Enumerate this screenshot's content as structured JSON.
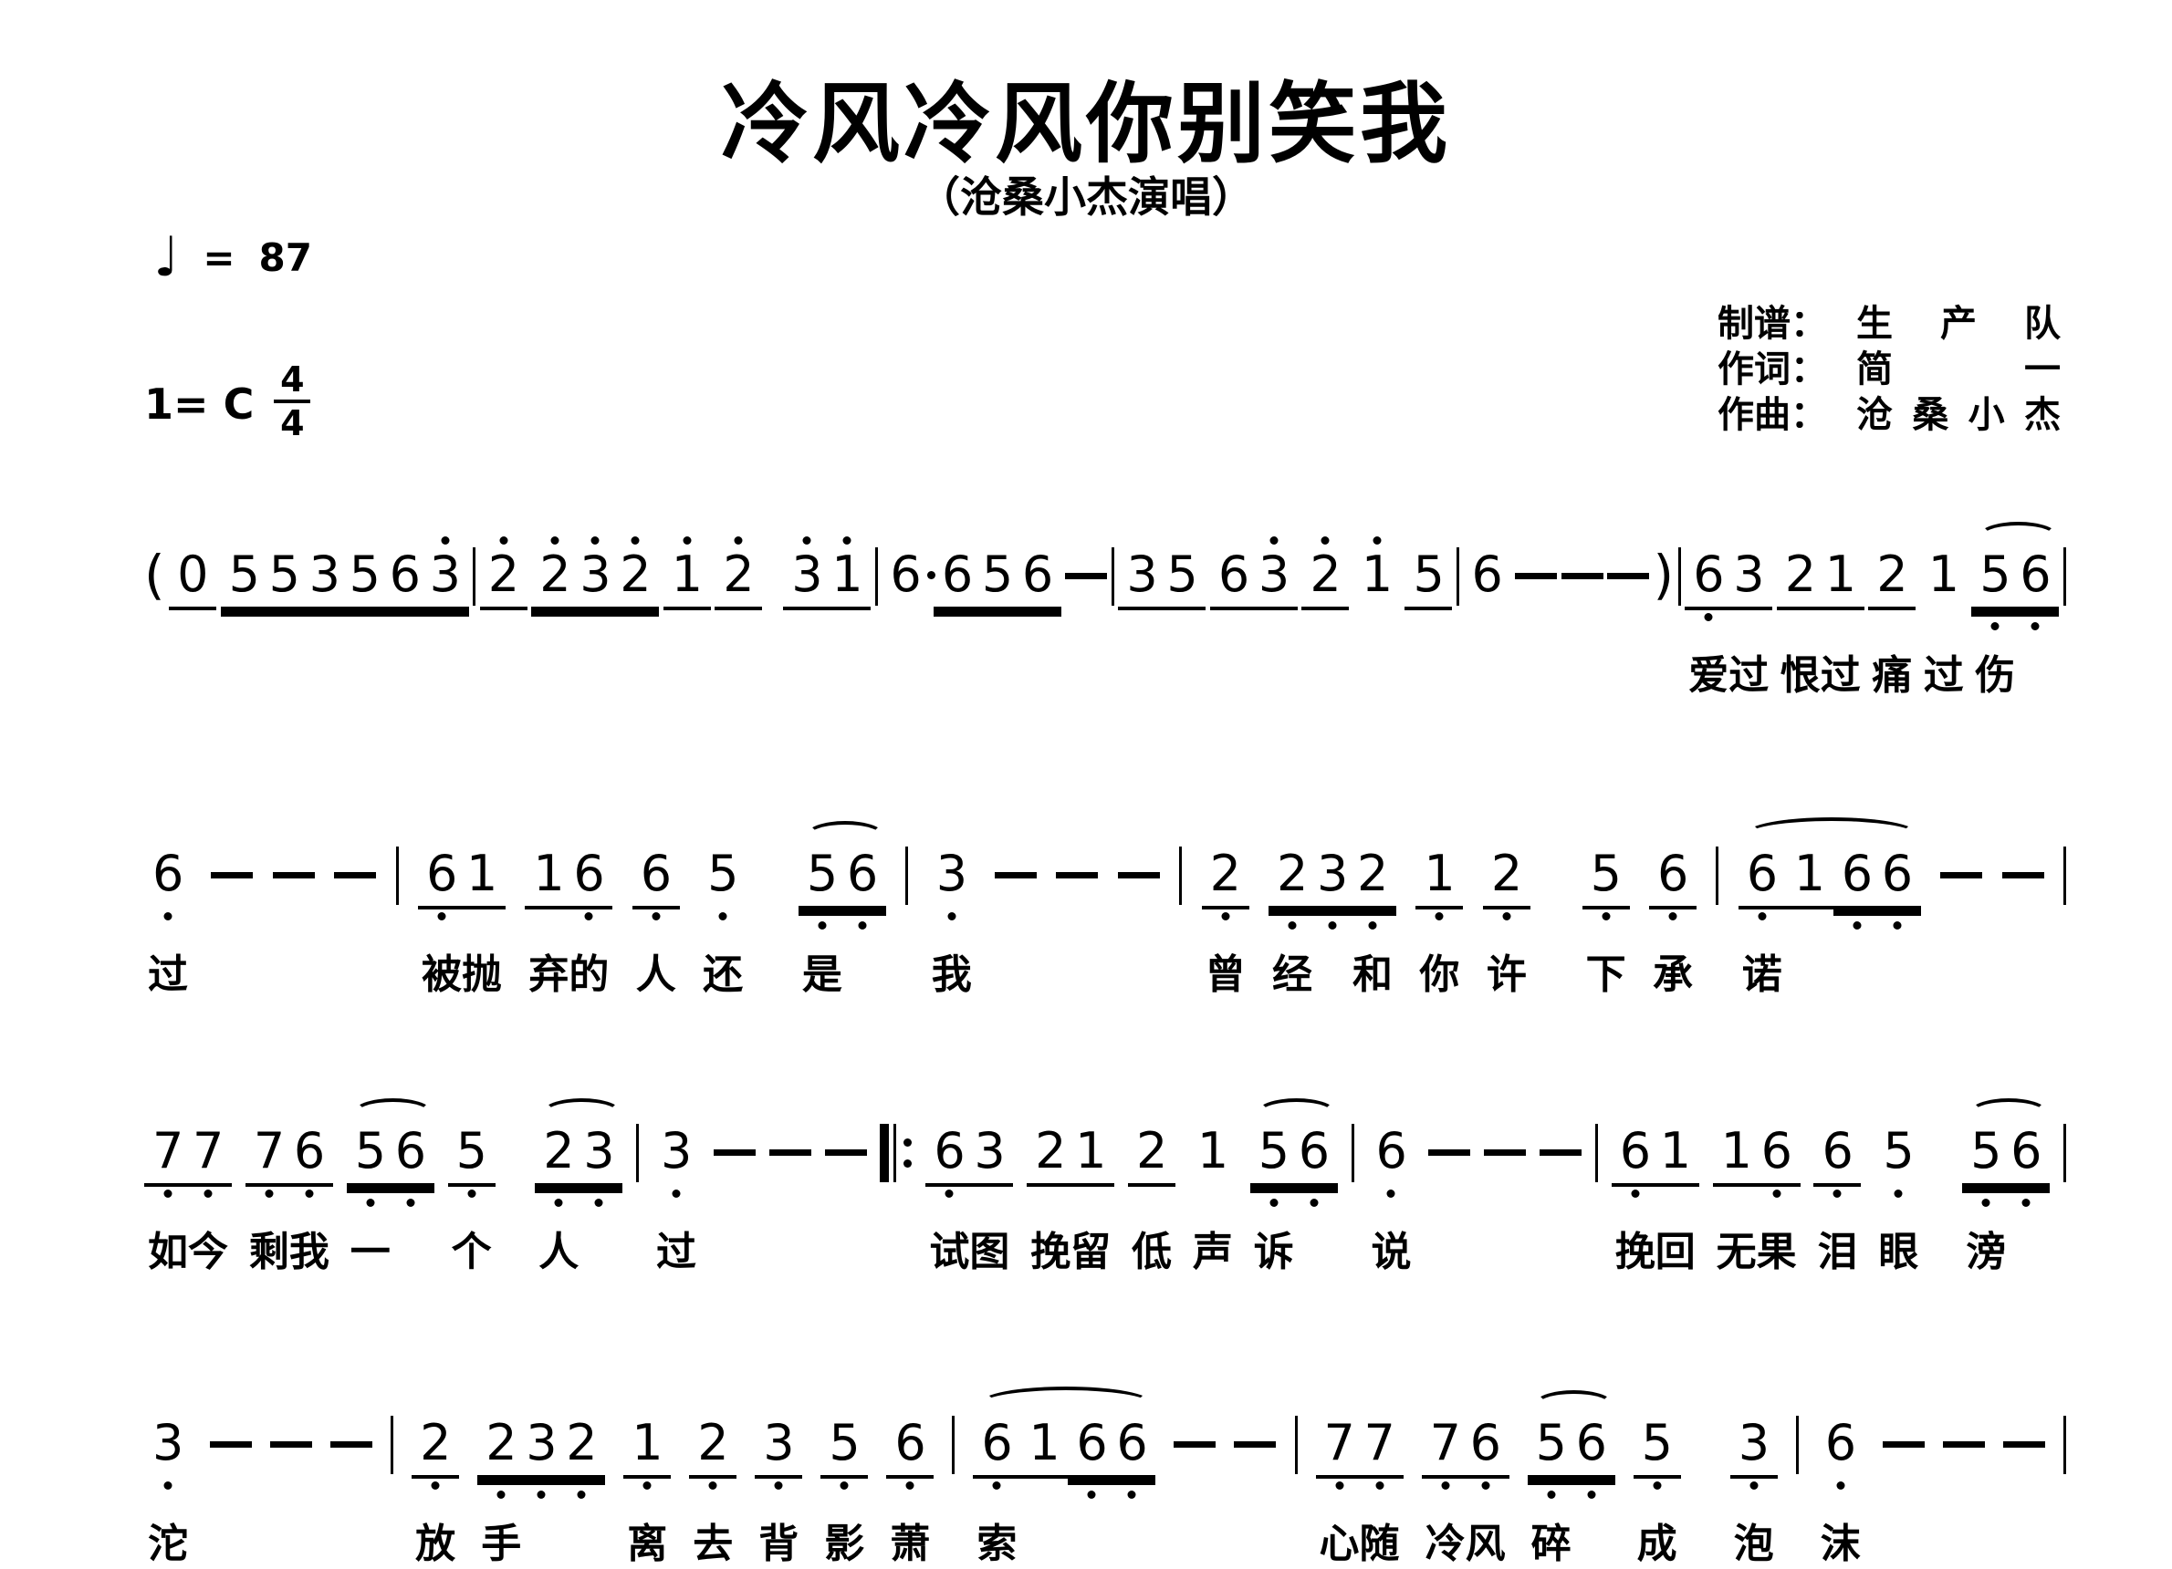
{
  "colors": {
    "ink": "#000000",
    "paper": "#ffffff"
  },
  "title": "冷风冷风你别笑我",
  "subtitle": "（沧桑小杰演唱）",
  "tempo": {
    "symbol": "♩",
    "equals": "=",
    "bpm": "87"
  },
  "key": {
    "tonic": "1= C",
    "meter_top": "4",
    "meter_bottom": "4"
  },
  "credits": [
    {
      "label": "制谱：",
      "value": "生产队"
    },
    {
      "label": "作词：",
      "value": "简一"
    },
    {
      "label": "作曲：",
      "value": "沧桑小杰"
    }
  ],
  "music": {
    "lines": [
      [
        {
          "t": "paren",
          "v": "("
        },
        {
          "t": "grp",
          "u": 1,
          "cells": [
            {
              "n": "0"
            }
          ]
        },
        {
          "t": "grp",
          "u": 2,
          "cells": [
            {
              "n": "5"
            },
            {
              "n": "5"
            },
            {
              "n": "3"
            },
            {
              "n": "5"
            },
            {
              "n": "6"
            },
            {
              "n": "3",
              "hi": 1
            }
          ]
        },
        {
          "t": "bar"
        },
        {
          "t": "grp",
          "u": 1,
          "cells": [
            {
              "n": "2",
              "hi": 1
            }
          ]
        },
        {
          "t": "grp",
          "u": 2,
          "cells": [
            {
              "n": "2",
              "hi": 1
            },
            {
              "n": "3",
              "hi": 1
            },
            {
              "n": "2",
              "hi": 1
            }
          ]
        },
        {
          "t": "grp",
          "u": 1,
          "cells": [
            {
              "n": "1",
              "hi": 1
            }
          ]
        },
        {
          "t": "grp",
          "u": 1,
          "cells": [
            {
              "n": "2",
              "hi": 1
            }
          ]
        },
        {
          "t": "sp"
        },
        {
          "t": "grp",
          "u": 1,
          "cells": [
            {
              "n": "3",
              "hi": 1
            },
            {
              "n": "1",
              "hi": 1
            }
          ]
        },
        {
          "t": "bar"
        },
        {
          "t": "grp",
          "u": 0,
          "cells": [
            {
              "n": "6",
              "aug": 1
            }
          ]
        },
        {
          "t": "grp",
          "u": 2,
          "cells": [
            {
              "n": "6"
            },
            {
              "n": "5"
            },
            {
              "n": "6"
            }
          ]
        },
        {
          "t": "dash"
        },
        {
          "t": "bar"
        },
        {
          "t": "grp",
          "u": 1,
          "cells": [
            {
              "n": "3"
            },
            {
              "n": "5"
            }
          ]
        },
        {
          "t": "grp",
          "u": 1,
          "cells": [
            {
              "n": "6"
            },
            {
              "n": "3",
              "hi": 1
            }
          ]
        },
        {
          "t": "grp",
          "u": 1,
          "cells": [
            {
              "n": "2",
              "hi": 1
            }
          ]
        },
        {
          "t": "grp",
          "u": 0,
          "cells": [
            {
              "n": "1",
              "hi": 1
            }
          ]
        },
        {
          "t": "grp",
          "u": 1,
          "cells": [
            {
              "n": "5"
            }
          ]
        },
        {
          "t": "bar"
        },
        {
          "t": "grp",
          "u": 0,
          "cells": [
            {
              "n": "6"
            }
          ]
        },
        {
          "t": "dash"
        },
        {
          "t": "dash"
        },
        {
          "t": "dash"
        },
        {
          "t": "paren",
          "v": ")"
        },
        {
          "t": "bar"
        },
        {
          "t": "grp",
          "u": 1,
          "cells": [
            {
              "n": "6",
              "lo": 1,
              "ly": "爱"
            },
            {
              "n": "3",
              "ly": "过"
            }
          ]
        },
        {
          "t": "grp",
          "u": 1,
          "cells": [
            {
              "n": "2",
              "ly": "恨"
            },
            {
              "n": "1",
              "ly": "过"
            }
          ]
        },
        {
          "t": "grp",
          "u": 1,
          "cells": [
            {
              "n": "2",
              "ly": "痛"
            }
          ]
        },
        {
          "t": "grp",
          "u": 0,
          "cells": [
            {
              "n": "1",
              "ly": "过"
            }
          ]
        },
        {
          "t": "grp",
          "u": 2,
          "slur": 1,
          "cells": [
            {
              "n": "5",
              "lo": 1,
              "ly": "伤"
            },
            {
              "n": "6",
              "lo": 1
            }
          ]
        },
        {
          "t": "bar"
        }
      ],
      [
        {
          "t": "grp",
          "u": 0,
          "cells": [
            {
              "n": "6",
              "lo": 1,
              "ly": "过"
            }
          ]
        },
        {
          "t": "dash"
        },
        {
          "t": "dash"
        },
        {
          "t": "dash"
        },
        {
          "t": "bar"
        },
        {
          "t": "grp",
          "u": 1,
          "cells": [
            {
              "n": "6",
              "lo": 1,
              "ly": "被"
            },
            {
              "n": "1",
              "ly": "抛"
            }
          ]
        },
        {
          "t": "grp",
          "u": 1,
          "cells": [
            {
              "n": "1",
              "ly": "弃"
            },
            {
              "n": "6",
              "lo": 1,
              "ly": "的"
            }
          ]
        },
        {
          "t": "grp",
          "u": 1,
          "cells": [
            {
              "n": "6",
              "lo": 1,
              "ly": "人"
            }
          ]
        },
        {
          "t": "grp",
          "u": 0,
          "cells": [
            {
              "n": "5",
              "lo": 1,
              "ly": "还"
            }
          ]
        },
        {
          "t": "sp"
        },
        {
          "t": "grp",
          "u": 2,
          "slur": 1,
          "cells": [
            {
              "n": "5",
              "lo": 1,
              "ly": "是"
            },
            {
              "n": "6",
              "lo": 1
            }
          ]
        },
        {
          "t": "bar"
        },
        {
          "t": "grp",
          "u": 0,
          "cells": [
            {
              "n": "3",
              "lo": 1,
              "ly": "我"
            }
          ]
        },
        {
          "t": "dash"
        },
        {
          "t": "dash"
        },
        {
          "t": "dash"
        },
        {
          "t": "bar"
        },
        {
          "t": "grp",
          "u": 1,
          "cells": [
            {
              "n": "2",
              "lo": 1,
              "ly": "曾"
            }
          ]
        },
        {
          "t": "grp",
          "u": 2,
          "cells": [
            {
              "n": "2",
              "lo": 1,
              "ly": "经"
            },
            {
              "n": "3",
              "lo": 1
            },
            {
              "n": "2",
              "lo": 1,
              "ly": "和"
            }
          ]
        },
        {
          "t": "grp",
          "u": 1,
          "cells": [
            {
              "n": "1",
              "lo": 1,
              "ly": "你"
            }
          ]
        },
        {
          "t": "grp",
          "u": 1,
          "cells": [
            {
              "n": "2",
              "lo": 1,
              "ly": "许"
            }
          ]
        },
        {
          "t": "sp"
        },
        {
          "t": "grp",
          "u": 1,
          "cells": [
            {
              "n": "5",
              "lo": 1,
              "ly": "下"
            }
          ]
        },
        {
          "t": "grp",
          "u": 1,
          "cells": [
            {
              "n": "6",
              "lo": 1,
              "ly": "承"
            }
          ]
        },
        {
          "t": "bar"
        },
        {
          "t": "slurwrap",
          "items": [
            {
              "t": "grp",
              "u": 1,
              "cells": [
                {
                  "n": "6",
                  "lo": 1,
                  "ly": "诺"
                }
              ]
            },
            {
              "t": "grp",
              "u": 1,
              "cells": [
                {
                  "n": "1"
                }
              ]
            },
            {
              "t": "grp",
              "u": 2,
              "cells": [
                {
                  "n": "6",
                  "lo": 1
                },
                {
                  "n": "6",
                  "lo": 1
                }
              ]
            }
          ]
        },
        {
          "t": "dash"
        },
        {
          "t": "dash"
        },
        {
          "t": "bar"
        }
      ],
      [
        {
          "t": "grp",
          "u": 1,
          "cells": [
            {
              "n": "7",
              "lo": 1,
              "ly": "如"
            },
            {
              "n": "7",
              "lo": 1,
              "ly": "今"
            }
          ]
        },
        {
          "t": "grp",
          "u": 1,
          "cells": [
            {
              "n": "7",
              "lo": 1,
              "ly": "剩"
            },
            {
              "n": "6",
              "lo": 1,
              "ly": "我"
            }
          ]
        },
        {
          "t": "grp",
          "u": 2,
          "slur": 1,
          "cells": [
            {
              "n": "5",
              "lo": 1,
              "ly": "一"
            },
            {
              "n": "6",
              "lo": 1
            }
          ]
        },
        {
          "t": "grp",
          "u": 1,
          "cells": [
            {
              "n": "5",
              "lo": 1,
              "ly": "个"
            }
          ]
        },
        {
          "t": "sp"
        },
        {
          "t": "grp",
          "u": 2,
          "slur": 1,
          "cells": [
            {
              "n": "2",
              "lo": 1,
              "ly": "人"
            },
            {
              "n": "3",
              "lo": 1
            }
          ]
        },
        {
          "t": "bar"
        },
        {
          "t": "grp",
          "u": 0,
          "cells": [
            {
              "n": "3",
              "lo": 1,
              "ly": "过"
            }
          ]
        },
        {
          "t": "dash"
        },
        {
          "t": "dash"
        },
        {
          "t": "dash"
        },
        {
          "t": "rep"
        },
        {
          "t": "grp",
          "u": 1,
          "cells": [
            {
              "n": "6",
              "lo": 1,
              "ly": "试"
            },
            {
              "n": "3",
              "ly": "图"
            }
          ]
        },
        {
          "t": "grp",
          "u": 1,
          "cells": [
            {
              "n": "2",
              "ly": "挽"
            },
            {
              "n": "1",
              "ly": "留"
            }
          ]
        },
        {
          "t": "grp",
          "u": 1,
          "cells": [
            {
              "n": "2",
              "ly": "低"
            }
          ]
        },
        {
          "t": "grp",
          "u": 0,
          "cells": [
            {
              "n": "1",
              "ly": "声"
            }
          ]
        },
        {
          "t": "grp",
          "u": 2,
          "slur": 1,
          "cells": [
            {
              "n": "5",
              "lo": 1,
              "ly": "诉"
            },
            {
              "n": "6",
              "lo": 1
            }
          ]
        },
        {
          "t": "bar"
        },
        {
          "t": "grp",
          "u": 0,
          "cells": [
            {
              "n": "6",
              "lo": 1,
              "ly": "说"
            }
          ]
        },
        {
          "t": "dash"
        },
        {
          "t": "dash"
        },
        {
          "t": "dash"
        },
        {
          "t": "bar"
        },
        {
          "t": "grp",
          "u": 1,
          "cells": [
            {
              "n": "6",
              "lo": 1,
              "ly": "挽"
            },
            {
              "n": "1",
              "ly": "回"
            }
          ]
        },
        {
          "t": "grp",
          "u": 1,
          "cells": [
            {
              "n": "1",
              "ly": "无"
            },
            {
              "n": "6",
              "lo": 1,
              "ly": "果"
            }
          ]
        },
        {
          "t": "grp",
          "u": 1,
          "cells": [
            {
              "n": "6",
              "lo": 1,
              "ly": "泪"
            }
          ]
        },
        {
          "t": "grp",
          "u": 0,
          "cells": [
            {
              "n": "5",
              "lo": 1,
              "ly": "眼"
            }
          ]
        },
        {
          "t": "sp"
        },
        {
          "t": "grp",
          "u": 2,
          "slur": 1,
          "cells": [
            {
              "n": "5",
              "lo": 1,
              "ly": "滂"
            },
            {
              "n": "6",
              "lo": 1
            }
          ]
        },
        {
          "t": "bar"
        }
      ],
      [
        {
          "t": "grp",
          "u": 0,
          "cells": [
            {
              "n": "3",
              "lo": 1,
              "ly": "沱"
            }
          ]
        },
        {
          "t": "dash"
        },
        {
          "t": "dash"
        },
        {
          "t": "dash"
        },
        {
          "t": "bar"
        },
        {
          "t": "grp",
          "u": 1,
          "cells": [
            {
              "n": "2",
              "lo": 1,
              "ly": "放"
            }
          ]
        },
        {
          "t": "grp",
          "u": 2,
          "cells": [
            {
              "n": "2",
              "lo": 1,
              "ly": "手"
            },
            {
              "n": "3",
              "lo": 1
            },
            {
              "n": "2",
              "lo": 1
            }
          ]
        },
        {
          "t": "grp",
          "u": 1,
          "cells": [
            {
              "n": "1",
              "lo": 1,
              "ly": "离"
            }
          ]
        },
        {
          "t": "grp",
          "u": 1,
          "cells": [
            {
              "n": "2",
              "lo": 1,
              "ly": "去"
            }
          ]
        },
        {
          "t": "grp",
          "u": 1,
          "cells": [
            {
              "n": "3",
              "lo": 1,
              "ly": "背"
            }
          ]
        },
        {
          "t": "grp",
          "u": 1,
          "cells": [
            {
              "n": "5",
              "lo": 1,
              "ly": "影"
            }
          ]
        },
        {
          "t": "grp",
          "u": 1,
          "cells": [
            {
              "n": "6",
              "lo": 1,
              "ly": "萧"
            }
          ]
        },
        {
          "t": "bar"
        },
        {
          "t": "slurwrap",
          "items": [
            {
              "t": "grp",
              "u": 1,
              "cells": [
                {
                  "n": "6",
                  "lo": 1,
                  "ly": "索"
                }
              ]
            },
            {
              "t": "grp",
              "u": 1,
              "cells": [
                {
                  "n": "1"
                }
              ]
            },
            {
              "t": "grp",
              "u": 2,
              "cells": [
                {
                  "n": "6",
                  "lo": 1
                },
                {
                  "n": "6",
                  "lo": 1
                }
              ]
            }
          ]
        },
        {
          "t": "dash"
        },
        {
          "t": "dash"
        },
        {
          "t": "bar"
        },
        {
          "t": "grp",
          "u": 1,
          "cells": [
            {
              "n": "7",
              "lo": 1,
              "ly": "心"
            },
            {
              "n": "7",
              "lo": 1,
              "ly": "随"
            }
          ]
        },
        {
          "t": "grp",
          "u": 1,
          "cells": [
            {
              "n": "7",
              "lo": 1,
              "ly": "冷"
            },
            {
              "n": "6",
              "lo": 1,
              "ly": "风"
            }
          ]
        },
        {
          "t": "grp",
          "u": 2,
          "slur": 1,
          "cells": [
            {
              "n": "5",
              "lo": 1,
              "ly": "碎"
            },
            {
              "n": "6",
              "lo": 1
            }
          ]
        },
        {
          "t": "grp",
          "u": 1,
          "cells": [
            {
              "n": "5",
              "lo": 1,
              "ly": "成"
            }
          ]
        },
        {
          "t": "sp"
        },
        {
          "t": "grp",
          "u": 1,
          "cells": [
            {
              "n": "3",
              "lo": 1,
              "ly": "泡"
            }
          ]
        },
        {
          "t": "bar"
        },
        {
          "t": "grp",
          "u": 0,
          "cells": [
            {
              "n": "6",
              "lo": 1,
              "ly": "沫"
            }
          ]
        },
        {
          "t": "dash"
        },
        {
          "t": "dash"
        },
        {
          "t": "dash"
        },
        {
          "t": "bar"
        }
      ]
    ]
  }
}
